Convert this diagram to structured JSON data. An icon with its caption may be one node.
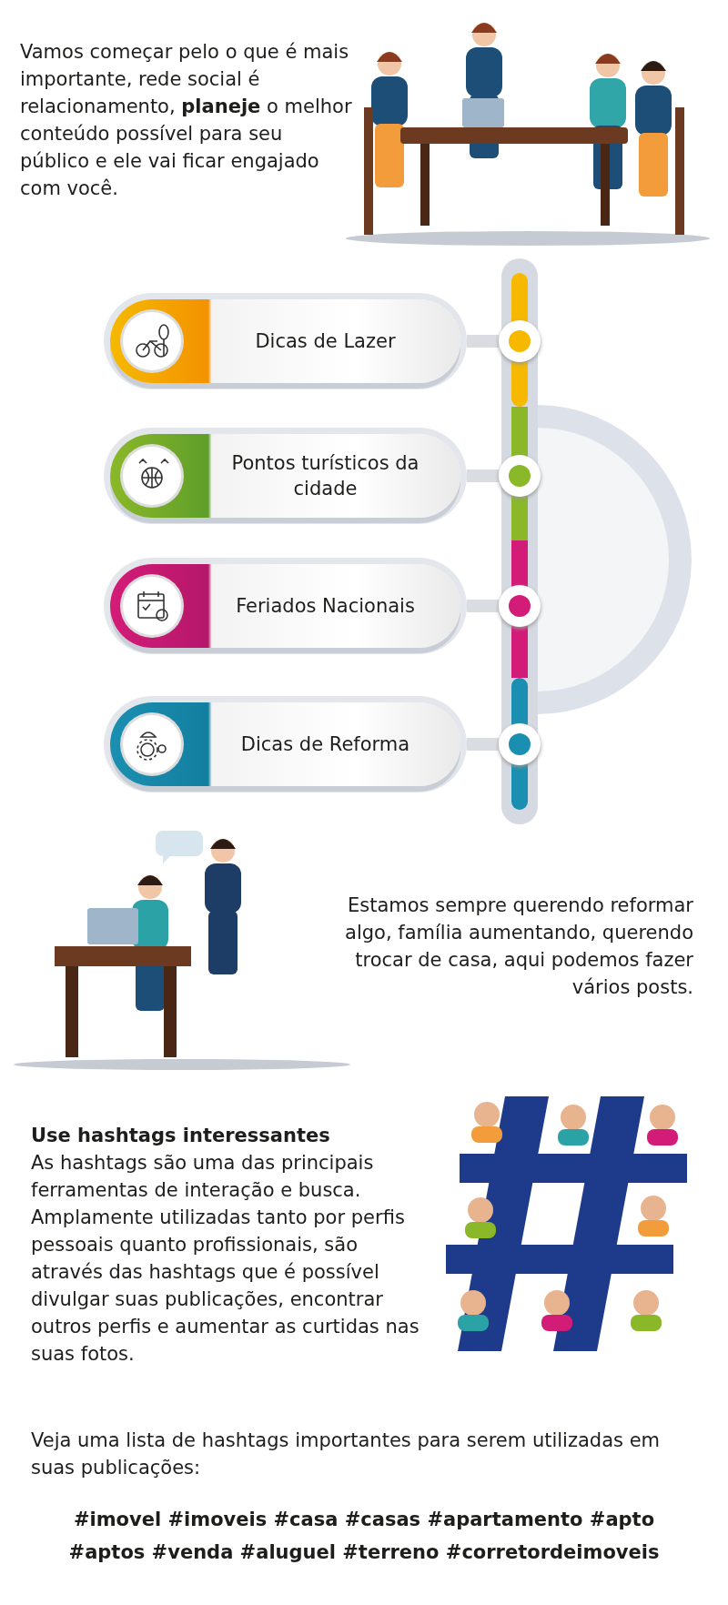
{
  "diagram": {
    "nodes": [
      {
        "text": [
          "Dicas de Lazer"
        ]
      },
      {
        "text": [
          "Pontos turísticos da cidade"
        ]
      },
      {
        "text": [
          "Feriados Nacionais"
        ]
      },
      {
        "text": [
          "Dicas de Reforma"
        ]
      },
      {
        "text": [],
        "shape": "circle"
      },
      {
        "text": [],
        "shape": "circle"
      },
      {
        "text": [],
        "shape": "circle"
      },
      {
        "text": [],
        "shape": "circle"
      }
    ],
    "edges": [
      {
        "from": 0,
        "to": 4,
        "arrow": "none"
      },
      {
        "from": 1,
        "to": 5,
        "arrow": "none"
      },
      {
        "from": 2,
        "to": 6,
        "arrow": "none"
      },
      {
        "from": 3,
        "to": 7,
        "arrow": "none"
      }
    ],
    "labels": [
      "Vamos começar pelo o que é mais importante, rede social é relacionamento, **planeje** o melhor conteúdo possível para seu público e ele vai ficar engajado com você.",
      "Estamos sempre querendo reformar algo, família aumentando, querendo trocar de casa, aqui podemos fazer vários posts.",
      "Use hashtags interessantes",
      "As hashtags são uma das principais ferramentas de interação e busca. Amplamente utilizadas tanto por perfis pessoais quanto profissionais, são através das hashtags que é possível divulgar suas publicações, encontrar outros perfis e aumentar as curtidas nas suas fotos.",
      "Veja uma lista de hashtags importantes para serem utilizadas em suas publicações:",
      "#imovel #imoveis #casa #casas #apartamento #apto #aptos #venda #aluguel #terreno #corretordeimoveis"
    ]
  }
}
